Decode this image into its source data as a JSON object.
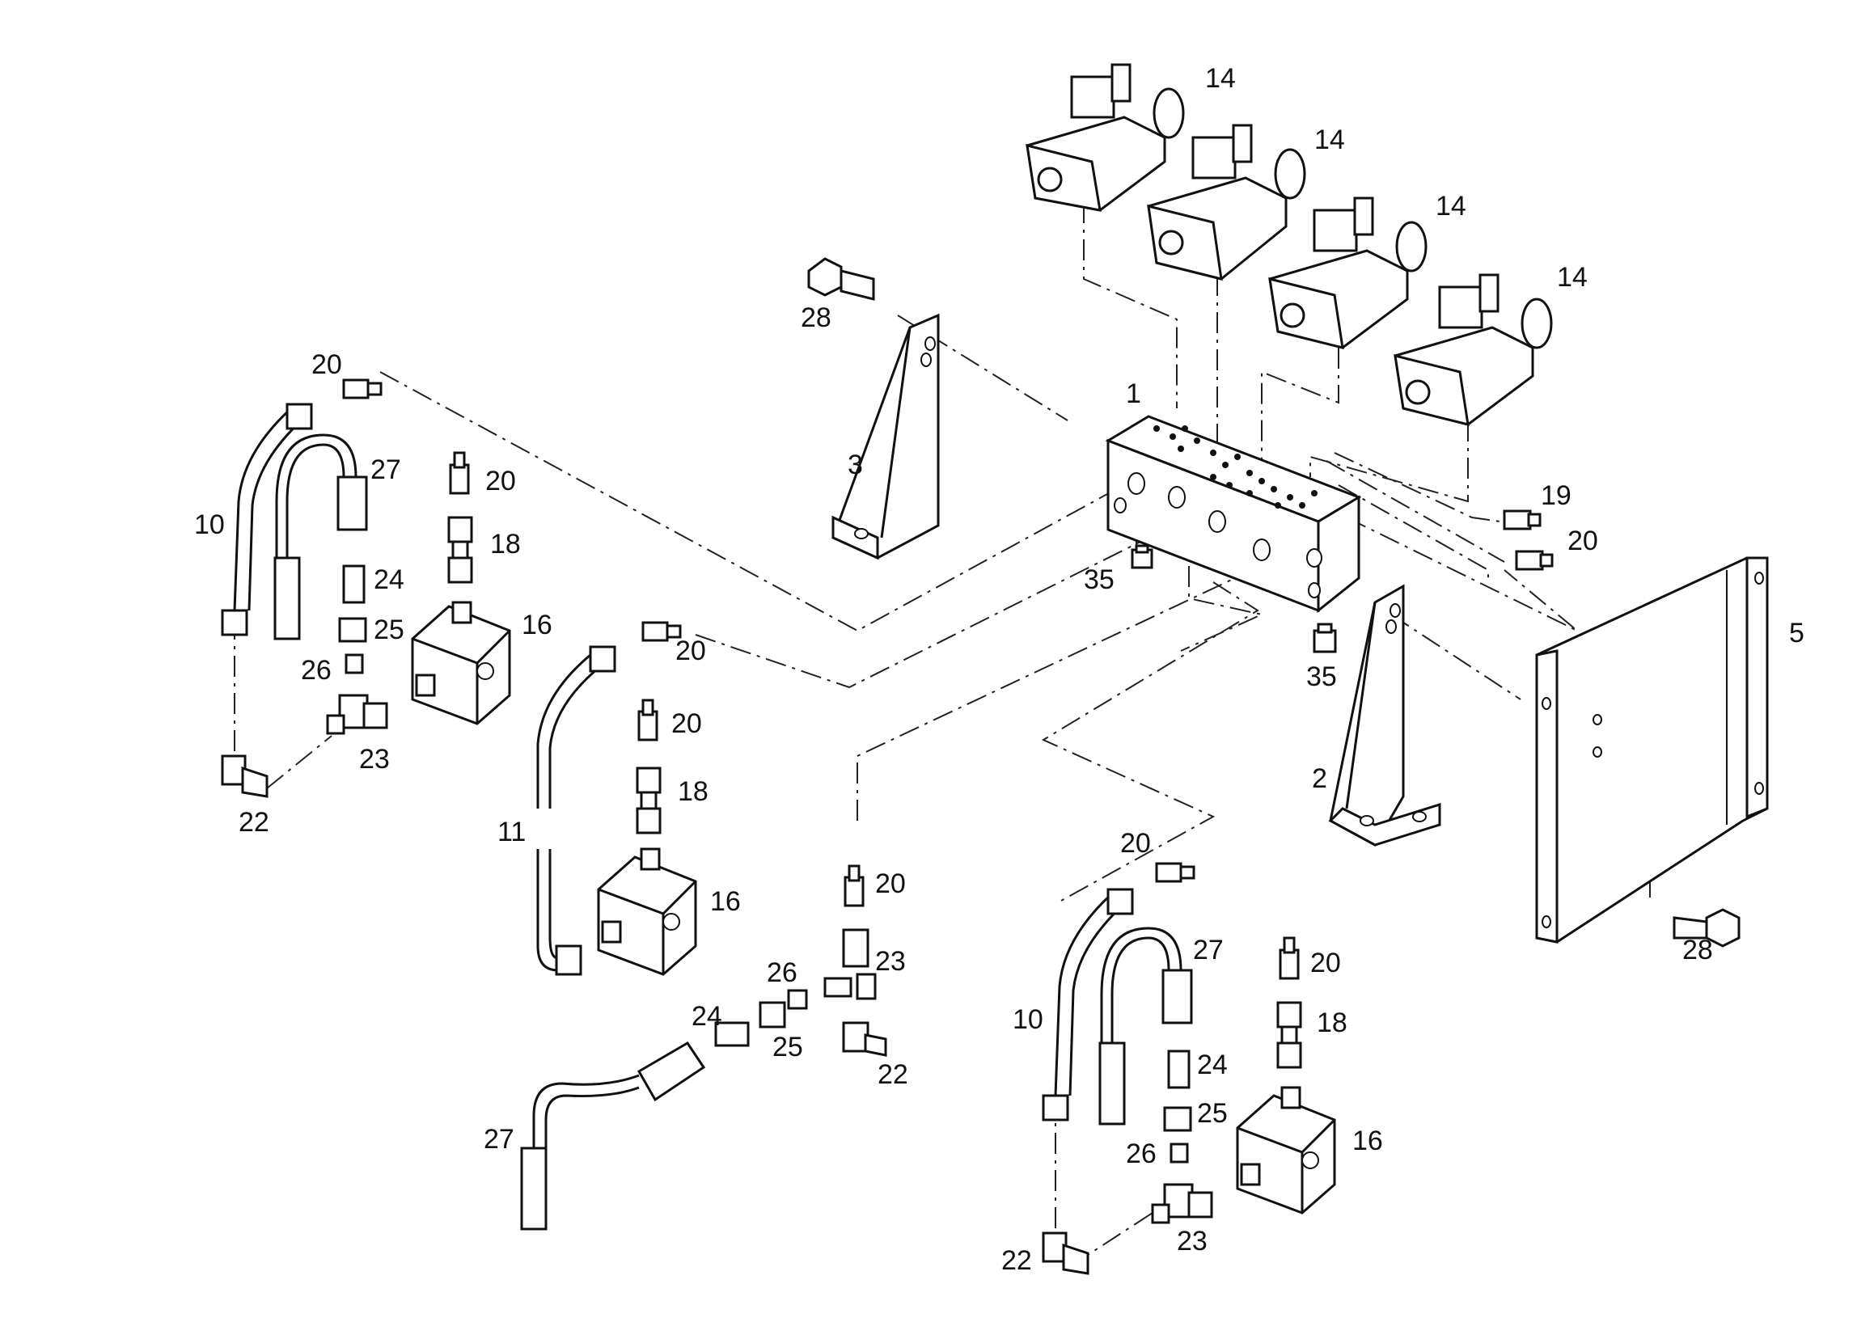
{
  "callouts": {
    "manifold": "1",
    "bracket_right": "2",
    "bracket_left": "3",
    "plate": "5",
    "pipe_10": "10",
    "pipe_11": "11",
    "solenoid": "14",
    "block": "16",
    "nut": "18",
    "fitting_19": "19",
    "fitting_20": "20",
    "elbow": "22",
    "tee": "23",
    "adapter": "24",
    "nut_25": "25",
    "ferrule": "26",
    "sensor": "27",
    "bolt": "28",
    "plug": "35"
  }
}
